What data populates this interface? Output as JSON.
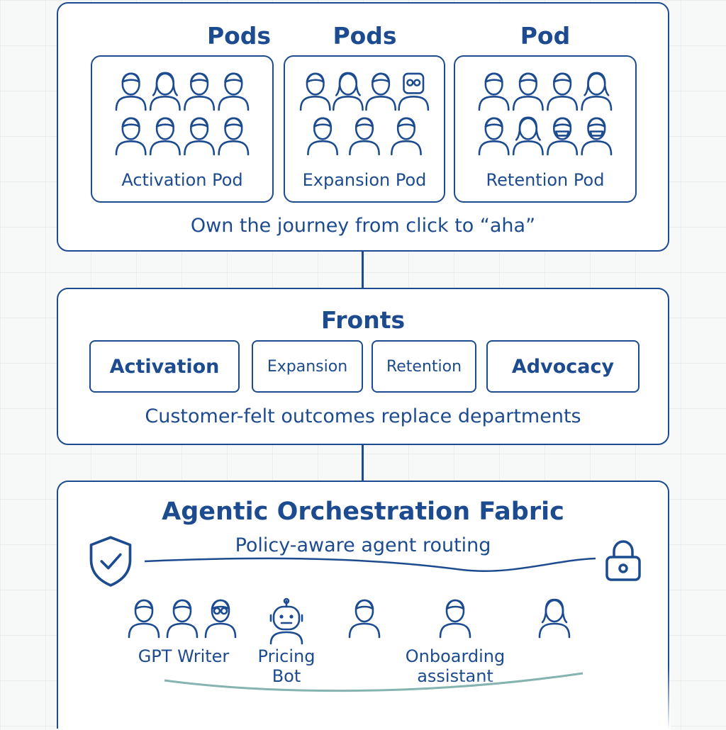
{
  "pods_section": {
    "headers": [
      "Pods",
      "Pods",
      "Pod"
    ],
    "pods": [
      {
        "label": "Activation Pod",
        "people": [
          "person",
          "woman",
          "person",
          "person",
          "person",
          "person",
          "person",
          "person"
        ]
      },
      {
        "label": "Expansion Pod",
        "people": [
          "person",
          "woman",
          "person",
          "robot",
          "person",
          "person",
          "person"
        ]
      },
      {
        "label": "Retention Pod",
        "people": [
          "person",
          "person",
          "person",
          "woman",
          "person",
          "woman",
          "masked",
          "masked"
        ]
      }
    ],
    "caption": "Own the journey from click to “aha”"
  },
  "fronts_section": {
    "title": "Fronts",
    "fronts": [
      "Activation",
      "Expansion",
      "Retention",
      "Advocacy"
    ],
    "caption": "Customer-felt outcomes replace departments"
  },
  "fabric_section": {
    "title": "Agentic Orchestration Fabric",
    "routing_label": "Policy-aware agent routing",
    "icons": {
      "left": "shield-check-icon",
      "right": "lock-icon"
    },
    "agents": [
      {
        "label": "GPT Writer",
        "icon": "people-group-icon"
      },
      {
        "label": "Pricing\nBot",
        "icon": "robot-icon"
      },
      {
        "label": "",
        "icon": "person-icon"
      },
      {
        "label": "Onboarding\nassistant",
        "icon": "person-icon"
      },
      {
        "label": "",
        "icon": "woman-icon"
      }
    ]
  },
  "colors": {
    "primary": "#1d4b8f",
    "background": "#f7f8f8",
    "accent_wave": "#5c9a95"
  }
}
